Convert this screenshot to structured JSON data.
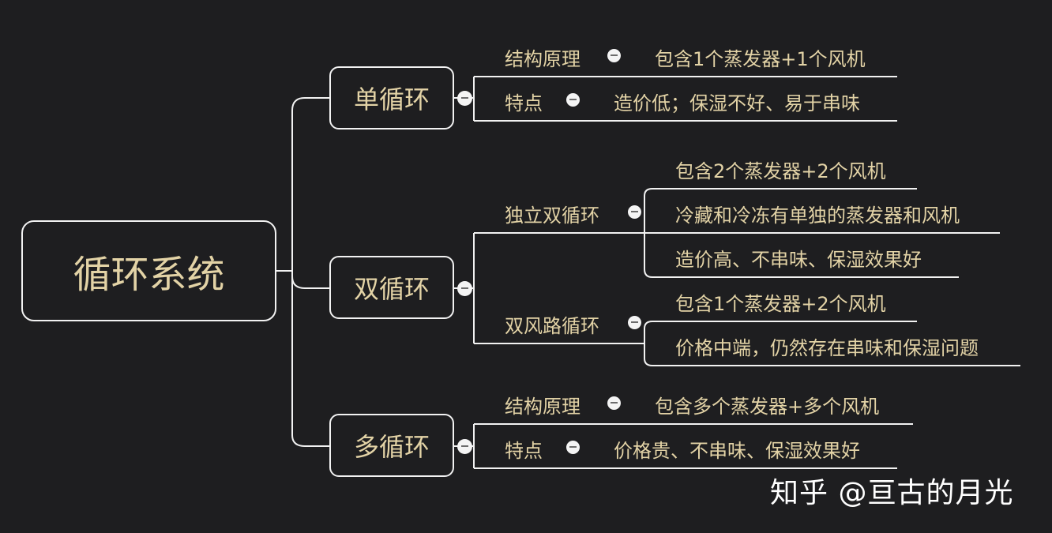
{
  "root": {
    "label": "循环系统"
  },
  "branches": {
    "single": {
      "label": "单循环",
      "rows": [
        {
          "label": "结构原理",
          "value": "包含1个蒸发器+1个风机"
        },
        {
          "label": "特点",
          "value": "造价低；保湿不好、易于串味"
        }
      ]
    },
    "dual": {
      "label": "双循环",
      "sub": [
        {
          "label": "独立双循环",
          "items": [
            "包含2个蒸发器+2个风机",
            "冷藏和冷冻有单独的蒸发器和风机",
            "造价高、不串味、保湿效果好"
          ]
        },
        {
          "label": "双风路循环",
          "items": [
            "包含1个蒸发器+2个风机",
            "价格中端，仍然存在串味和保湿问题"
          ]
        }
      ]
    },
    "multi": {
      "label": "多循环",
      "rows": [
        {
          "label": "结构原理",
          "value": "包含多个蒸发器+多个风机"
        },
        {
          "label": "特点",
          "value": "价格贵、不串味、保湿效果好"
        }
      ]
    }
  },
  "watermark": "知乎 @亘古的月光",
  "colors": {
    "background": "#1e1e20",
    "line": "#f2f2f2",
    "text": "#e3d3a6",
    "watermark": "#ffffff"
  }
}
